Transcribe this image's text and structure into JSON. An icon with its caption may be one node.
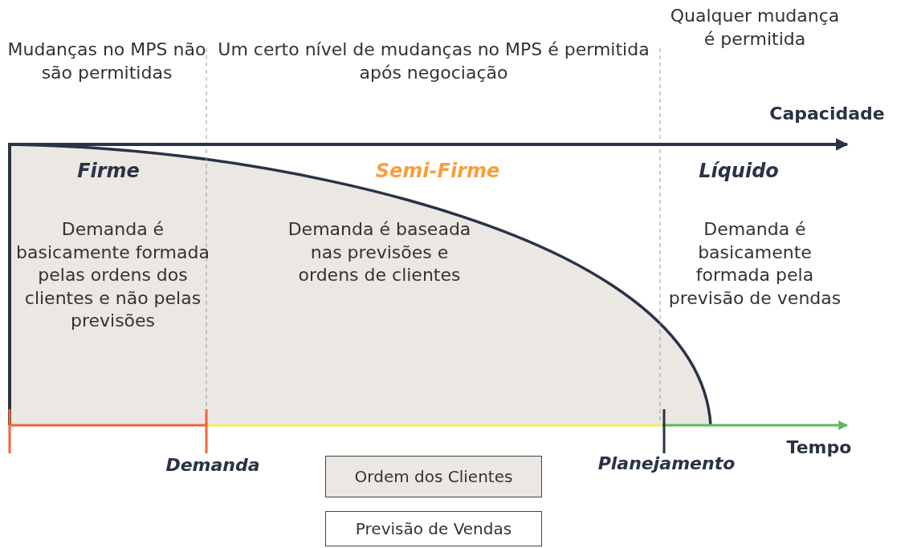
{
  "diagram": {
    "labels": [
      "Mudanças no MPS não são permitidas",
      "Um certo nível de mudanças no MPS é permitida após negociação",
      "Qualquer mudança é permitida",
      "Capacidade",
      "Firme",
      "Semi-Firme",
      "Líquido",
      "Demanda é basicamente formada pelas ordens dos clientes e não pelas previsões",
      "Demanda é baseada nas previsões e ordens de clientes",
      "Demanda é basicamente formada pela previsão de vendas",
      "Tempo",
      "Demanda",
      "Planejamento"
    ],
    "legend": [
      {
        "text": "Ordem dos Clientes",
        "color": "#ebe7e3"
      },
      {
        "text": "Previsão de Vendas",
        "color": "#ffffff"
      }
    ]
  }
}
